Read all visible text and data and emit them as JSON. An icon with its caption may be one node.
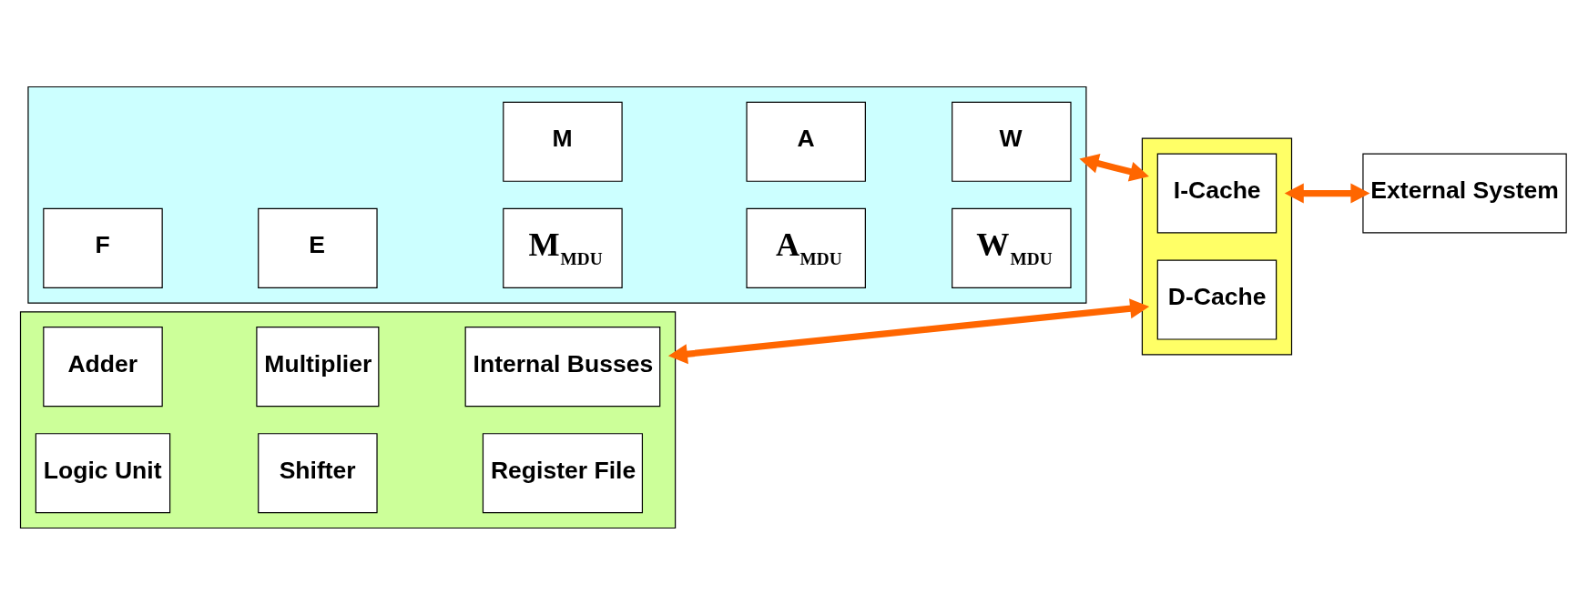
{
  "diagram": {
    "nodes": [
      {
        "text": [],
        "shape": "box"
      },
      {
        "text": [
          "F"
        ],
        "in": 0
      },
      {
        "text": [
          "E"
        ],
        "in": 0
      },
      {
        "text": [
          "M"
        ],
        "in": 0
      },
      {
        "text": [
          "A"
        ],
        "in": 0
      },
      {
        "text": [
          "W"
        ],
        "in": 0
      },
      {
        "text": [
          "M$_{MDU}$"
        ],
        "in": 0
      },
      {
        "text": [
          "A$_{MDU}$"
        ],
        "in": 0
      },
      {
        "text": [
          "W$_{MDU}$"
        ],
        "in": 0
      },
      {
        "text": [],
        "shape": "box"
      },
      {
        "text": [
          "Adder"
        ],
        "in": 9
      },
      {
        "text": [
          "Multiplier"
        ],
        "in": 9
      },
      {
        "text": [
          "Internal Busses"
        ],
        "in": 9
      },
      {
        "text": [
          "Logic Unit"
        ],
        "in": 9
      },
      {
        "text": [
          "Shifter"
        ],
        "in": 9
      },
      {
        "text": [
          "Register File"
        ],
        "in": 9
      },
      {
        "text": [],
        "shape": "box"
      },
      {
        "text": [
          "I-Cache"
        ],
        "in": 16
      },
      {
        "text": [
          "D-Cache"
        ],
        "in": 16
      },
      {
        "text": [
          "External System"
        ]
      }
    ],
    "edges": [
      {
        "from": 0,
        "to": 16,
        "arrow": "both"
      },
      {
        "from": 9,
        "to": 16,
        "arrow": "both"
      },
      {
        "from": 16,
        "to": 19,
        "arrow": "both"
      }
    ]
  }
}
